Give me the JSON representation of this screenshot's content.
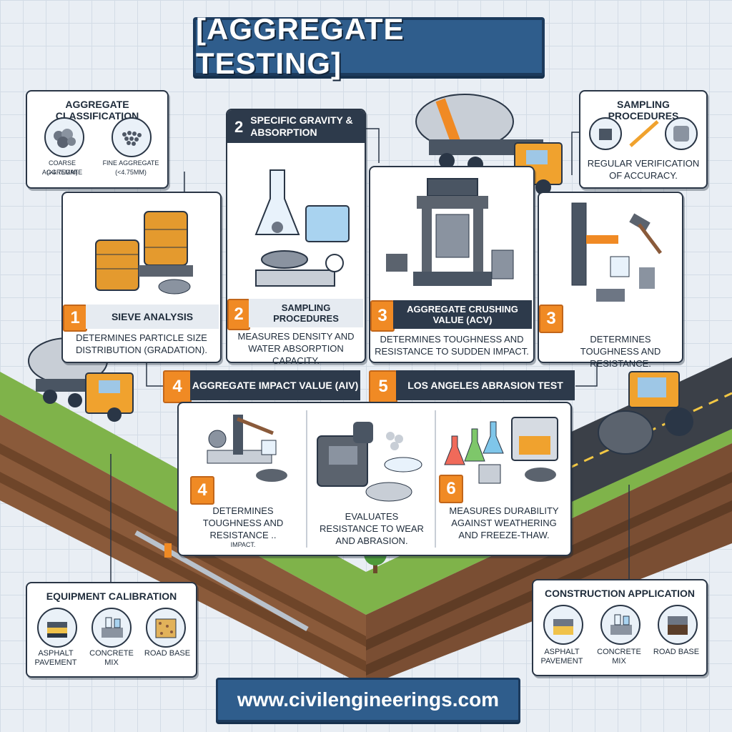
{
  "title": "[AGGREGATE TESTING]",
  "classification": {
    "title": "AGGREGATE CLASSIFICATION",
    "coarse_label": "COARSE AGGREGATE",
    "coarse_size": "(>4.75mm)",
    "fine_label": "FINE AGGREGATE",
    "fine_size": "(<4.75mm)"
  },
  "sampling_top": {
    "title": "SAMPLING PROCEDURES",
    "desc": "REGULAR VERIFICATION OF ACCURACY."
  },
  "step1": {
    "num": "1",
    "label": "SIEVE ANALYSIS",
    "desc": "DETERMINES PARTICLE SIZE DISTRIBUTION (GRADATION)."
  },
  "step2": {
    "header_num": "2",
    "header_title": "SPECIFIC GRAVITY & ABSORPTION",
    "num": "2",
    "label": "SAMPLING PROCEDURES",
    "desc": "MEASURES DENSITY AND WATER ABSORPTION CAPACITY."
  },
  "step3a": {
    "num": "3",
    "label": "AGGREGATE CRUSHING VALUE (ACV)",
    "desc": "DETERMINES TOUGHNESS AND RESISTANCE TO SUDDEN IMPACT."
  },
  "step3b": {
    "num": "3",
    "desc": "DETERMINES TOUGHNESS AND RESISTANCE."
  },
  "step4": {
    "num": "4",
    "title": "AGGREGATE IMPACT VALUE (AIV)",
    "inner_num": "4",
    "desc": "DETERMINES TOUGHNESS AND RESISTANCE ..",
    "desc_small": "IMPACT."
  },
  "step5": {
    "num": "5",
    "title": "LOS ANGELES ABRASION TEST",
    "desc": "EVALUATES RESISTANCE TO WEAR AND ABRASION."
  },
  "step6": {
    "num": "6",
    "desc": "MEASURES DURABILITY AGAINST WEATHERING AND FREEZE-THAW."
  },
  "calibration": {
    "title": "EQUIPMENT CALIBRATION",
    "items": [
      "ASPHALT PAVEMENT",
      "CONCRETE MIX",
      "ROAD BASE"
    ]
  },
  "application": {
    "title": "CONSTRUCTION APPLICATION",
    "items": [
      "ASPHALT PAVEMENT",
      "CONCRETE MIX",
      "ROAD BASE"
    ]
  },
  "url": "www.civilengineerings.com",
  "colors": {
    "accent": "#f08a24",
    "banner": "#2f5d8c",
    "dark": "#2d3a4b"
  }
}
